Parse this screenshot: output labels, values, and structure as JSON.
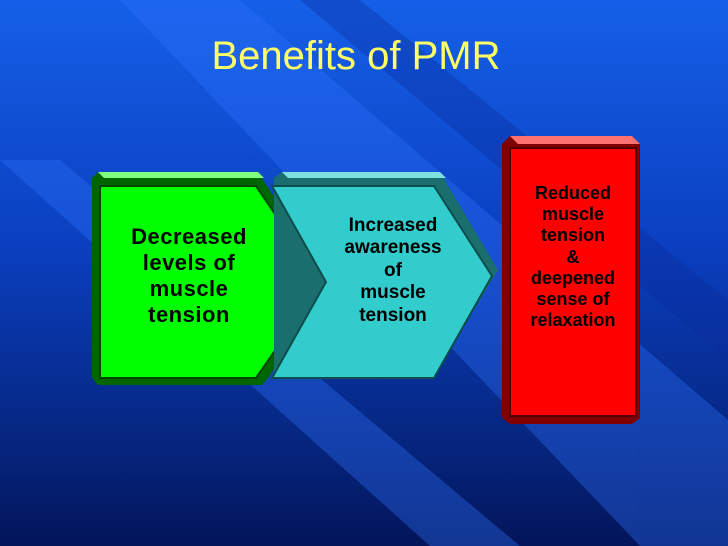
{
  "title": "Benefits of PMR",
  "steps": [
    {
      "label": "Decreased\nlevels of\nmuscle\ntension",
      "color": "#00ff00"
    },
    {
      "label": "Increased\nawareness\nof\nmuscle\ntension",
      "color": "#33cccc"
    },
    {
      "label": "Reduced\nmuscle\ntension\n&\ndeepened\nsense of\nrelaxation",
      "color": "#ff0000"
    }
  ]
}
